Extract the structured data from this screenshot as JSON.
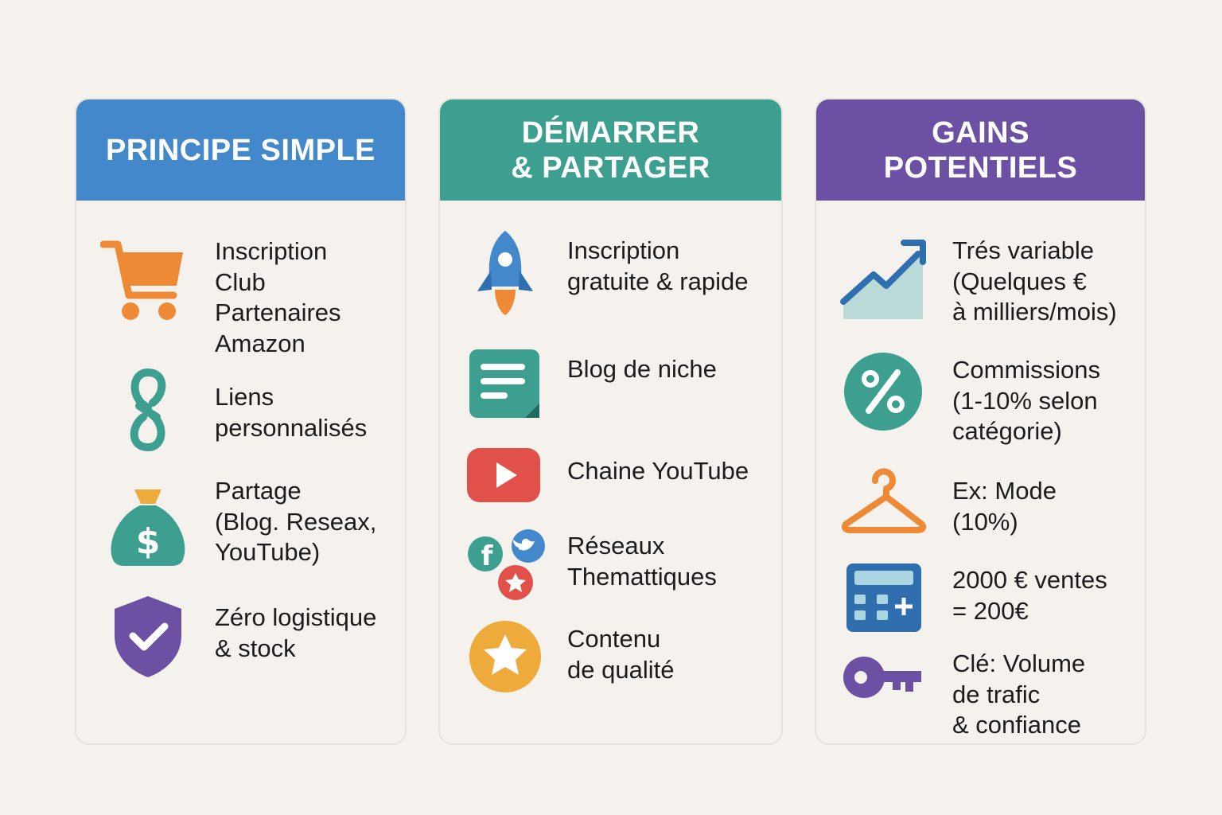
{
  "colors": {
    "blue": "#4388cb",
    "teal": "#3c9f8f",
    "purple": "#6c50a3",
    "orange": "#ee8a35",
    "red": "#e2504a",
    "yellow": "#efaa3c",
    "background": "#f6f3ef"
  },
  "columns": [
    {
      "title_lines": [
        "PRINCIPE SIMPLE"
      ],
      "items": [
        {
          "icon": "shopping-cart-icon",
          "text": "Inscription\nClub\nPartenaires\nAmazon"
        },
        {
          "icon": "link-icon",
          "text": "Liens\npersonnalisés"
        },
        {
          "icon": "money-bag-icon",
          "text": "Partage\n(Blog. Reseax,\nYouTube)"
        },
        {
          "icon": "shield-check-icon",
          "text": "Zéro logistique\n& stock"
        }
      ]
    },
    {
      "title_lines": [
        "DÉMARRER",
        "& PARTAGER"
      ],
      "items": [
        {
          "icon": "rocket-icon",
          "text": "Inscription\ngratuite & rapide"
        },
        {
          "icon": "blog-note-icon",
          "text": "Blog de niche"
        },
        {
          "icon": "youtube-play-icon",
          "text": "Chaine YouTube"
        },
        {
          "icon": "social-networks-icon",
          "text": "Réseaux\nThemattiques"
        },
        {
          "icon": "star-icon",
          "text": "Contenu\nde qualité"
        }
      ]
    },
    {
      "title_lines": [
        "GAINS",
        "POTENTIELS"
      ],
      "items": [
        {
          "icon": "growth-chart-icon",
          "text": "Trés variable\n(Quelques €\nà milliers/mois)"
        },
        {
          "icon": "percent-icon",
          "text": "Commissions\n(1-10% selon\ncatégorie)"
        },
        {
          "icon": "hanger-icon",
          "text": "Ex: Mode\n(10%)"
        },
        {
          "icon": "calculator-icon",
          "text": "2000 € ventes\n= 200€"
        },
        {
          "icon": "key-icon",
          "text": "Clé: Volume\nde trafic\n& confiance"
        }
      ]
    }
  ]
}
